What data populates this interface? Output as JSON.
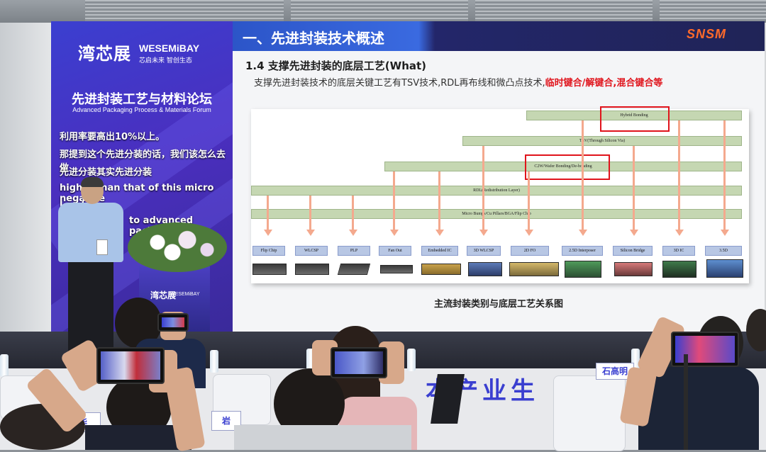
{
  "banner": {
    "logo": "湾芯展",
    "brand": "WESEMiBAY",
    "slogan": "芯启未来 智创生态",
    "title": "先进封装工艺与材料论坛",
    "subtitle": "Advanced Packaging Process & Materials Forum"
  },
  "captions": {
    "line1": "利用率要高出10%以上。",
    "line2": "那提到这个先进分装的话，我们该怎么去做",
    "line3": "先进分装其实先进分装",
    "line4": "higher than that of this micro negative",
    "line5": "level",
    "line6": "to advanced packaging"
  },
  "slide": {
    "header_title": "一、先进封装技术概述",
    "logo": "SNSM",
    "section_title": "1.4 支撑先进封装的底层工艺(What)",
    "body_text": "支撑先进封装技术的底层关键工艺有TSV技术,RDL再布线和微凸点技术,",
    "body_highlight": "临时键合/解键合,混合键合等",
    "caption": "主流封装类别与底层工艺关系图",
    "diagram": {
      "processes": [
        "Hybrid Bonding",
        "TSV(Through Silicon Via)",
        "C2W/Wafer Bonding/De-bonding",
        "RDL(Redistribution Layer)",
        "Micro Bumps/Cu Pillars/BGA/Flip Chip"
      ],
      "packages": [
        "Flip Chip",
        "WLCSP",
        "PLP",
        "Fan Out",
        "Embedded IC",
        "3D WLCSP",
        "2D FO",
        "2.5D Interposer",
        "Silicon Bridge",
        "3D IC",
        "3.5D"
      ]
    }
  },
  "podium": {
    "logo": "湾芯展",
    "brand": "WESEMiBAY"
  },
  "stage": {
    "lettering": "本产业生"
  },
  "nameplates": [
    "林华",
    "岩",
    "石高明"
  ],
  "colors": {
    "banner": "#3b3fd0",
    "header_blue": "#2c55c8",
    "header_dark": "#202457",
    "highlight_red": "#e0141c",
    "process_bar": "#c5d7b2",
    "package_box": "#b8c7e4",
    "arrow": "#f4a98e"
  }
}
